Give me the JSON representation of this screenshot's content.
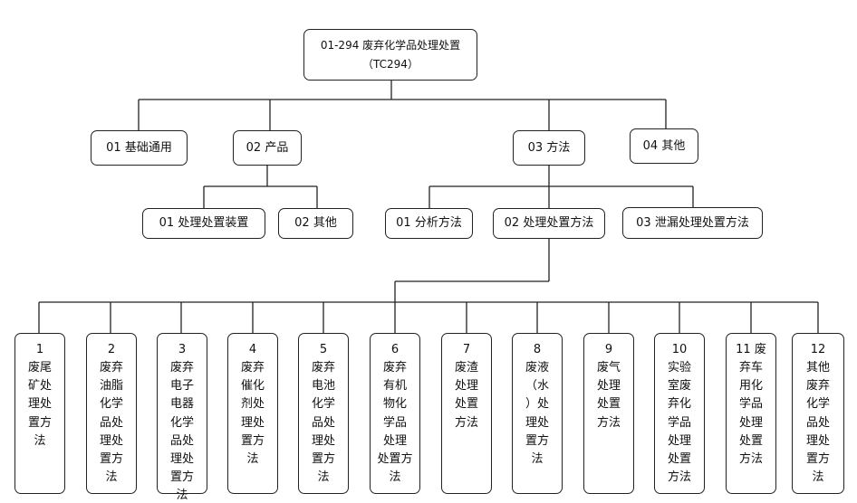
{
  "root": {
    "title": "01-294 废弃化学品处理处置",
    "code": "（TC294）"
  },
  "level1": {
    "n1": "01 基础通用",
    "n2": "02 产品",
    "n3": "03 方法",
    "n4": "04 其他"
  },
  "level2": {
    "product_a": "01 处理处置装置",
    "product_b": "02 其他",
    "method_a": "01 分析方法",
    "method_b": "02 处理处置方法",
    "method_c": "03 泄漏处理处置方法"
  },
  "level3": [
    "1\n废尾\n矿处\n理处\n置方\n法",
    "2\n废弃\n油脂\n化学\n品处\n理处\n置方\n法",
    "3\n废弃\n电子\n电器\n化学\n品处\n理处\n置方\n法",
    "4\n废弃\n催化\n剂处\n理处\n置方\n法",
    "5\n废弃\n电池\n化学\n品处\n理处\n置方\n法",
    "6\n废弃\n有机\n物化\n学品\n处理\n处置方\n法",
    "7\n废渣\n处理\n处置\n方法",
    "8\n废液\n（水\n）处\n理处\n置方\n法",
    "9\n废气\n处理\n处置\n方法",
    "10\n实验\n室废\n弃化\n学品\n处理\n处置\n方法",
    "11 废\n弃车\n用化\n学品\n处理\n处置\n方法",
    "12\n其他\n废弃\n化学\n品处\n理处\n置方\n法"
  ]
}
